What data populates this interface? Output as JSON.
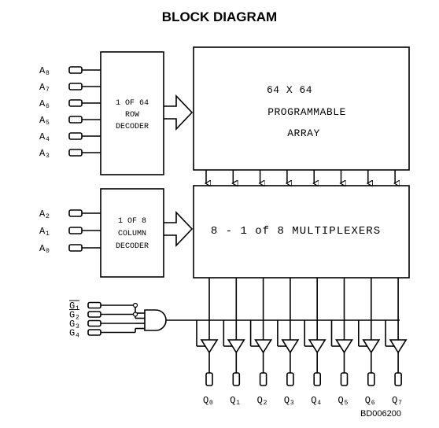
{
  "title": "BLOCK DIAGRAM",
  "row_inputs": [
    {
      "letter": "A",
      "sub": "8"
    },
    {
      "letter": "A",
      "sub": "7"
    },
    {
      "letter": "A",
      "sub": "6"
    },
    {
      "letter": "A",
      "sub": "5"
    },
    {
      "letter": "A",
      "sub": "4"
    },
    {
      "letter": "A",
      "sub": "3"
    }
  ],
  "column_inputs": [
    {
      "letter": "A",
      "sub": "2"
    },
    {
      "letter": "A",
      "sub": "1"
    },
    {
      "letter": "A",
      "sub": "0"
    }
  ],
  "gate_inputs": [
    {
      "letter": "G",
      "sub": "1",
      "overbar": true
    },
    {
      "letter": "G",
      "sub": "2",
      "overbar": true
    },
    {
      "letter": "G",
      "sub": "3",
      "overbar": false
    },
    {
      "letter": "G",
      "sub": "4",
      "overbar": false
    }
  ],
  "row_decoder": {
    "line1": "1 OF 64",
    "line2": "ROW",
    "line3": "DECODER"
  },
  "column_decoder": {
    "line1": "1 OF 8",
    "line2": "COLUMN",
    "line3": "DECODER"
  },
  "array": {
    "line1": "64 X 64",
    "line2": "PROGRAMMABLE",
    "line3": "ARRAY"
  },
  "mux": {
    "label": "8 - 1 of 8 MULTIPLEXERS"
  },
  "outputs": [
    {
      "letter": "Q",
      "sub": "0"
    },
    {
      "letter": "Q",
      "sub": "1"
    },
    {
      "letter": "Q",
      "sub": "2"
    },
    {
      "letter": "Q",
      "sub": "3"
    },
    {
      "letter": "Q",
      "sub": "4"
    },
    {
      "letter": "Q",
      "sub": "5"
    },
    {
      "letter": "Q",
      "sub": "6"
    },
    {
      "letter": "Q",
      "sub": "7"
    }
  ],
  "reference": "BD006200"
}
